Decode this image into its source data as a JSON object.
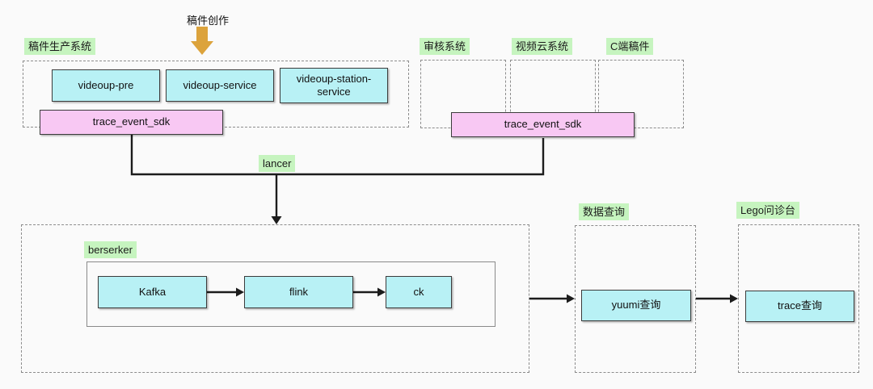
{
  "annotation": {
    "creation_label": "稿件创作"
  },
  "production": {
    "label": "稿件生产系统",
    "services": [
      {
        "name": "videoup-pre"
      },
      {
        "name": "videoup-service"
      },
      {
        "name": "videoup-station-service"
      }
    ],
    "sdk_label": "trace_event_sdk"
  },
  "audit": {
    "label": "审核系统"
  },
  "video_cloud": {
    "label": "视频云系统"
  },
  "c_side": {
    "label": "C端稿件"
  },
  "consumer_sdk_label": "trace_event_sdk",
  "lancer_label": "lancer",
  "berserker": {
    "label": "berserker",
    "pipeline": [
      {
        "name": "Kafka"
      },
      {
        "name": "flink"
      },
      {
        "name": "ck"
      }
    ]
  },
  "data_query": {
    "label": "数据查询",
    "box_label": "yuumi查询"
  },
  "lego": {
    "label": "Lego问诊台",
    "box_label": "trace查询"
  },
  "colors": {
    "tag_bg": "#c6f4bf",
    "service_fill": "#b8f1f5",
    "sdk_fill": "#f8c8f3",
    "flow_arrow": "#dca33c",
    "connector": "#1c1c1c"
  }
}
